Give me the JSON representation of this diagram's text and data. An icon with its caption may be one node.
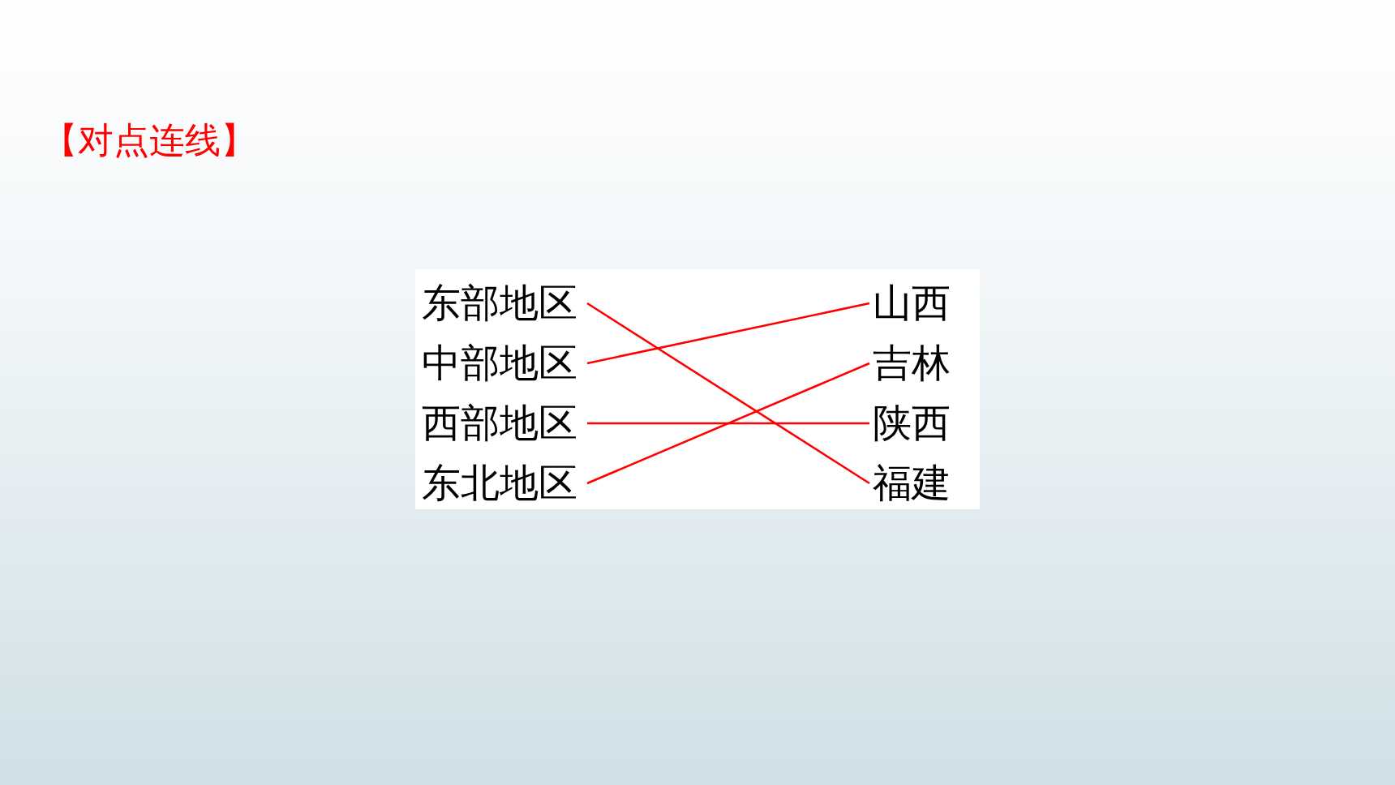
{
  "diagram": {
    "title": "【对点连线】",
    "nodes": [
      {
        "text": [
          "东部地区"
        ]
      },
      {
        "text": [
          "中部地区"
        ]
      },
      {
        "text": [
          "西部地区"
        ]
      },
      {
        "text": [
          "东北地区"
        ]
      },
      {
        "text": [
          "山西"
        ]
      },
      {
        "text": [
          "吉林"
        ]
      },
      {
        "text": [
          "陕西"
        ]
      },
      {
        "text": [
          "福建"
        ]
      }
    ],
    "edges": [
      {
        "from": 0,
        "to": 7,
        "arrow": "none"
      },
      {
        "from": 1,
        "to": 4,
        "arrow": "none"
      },
      {
        "from": 2,
        "to": 6,
        "arrow": "none"
      },
      {
        "from": 3,
        "to": 5,
        "arrow": "none"
      }
    ]
  }
}
